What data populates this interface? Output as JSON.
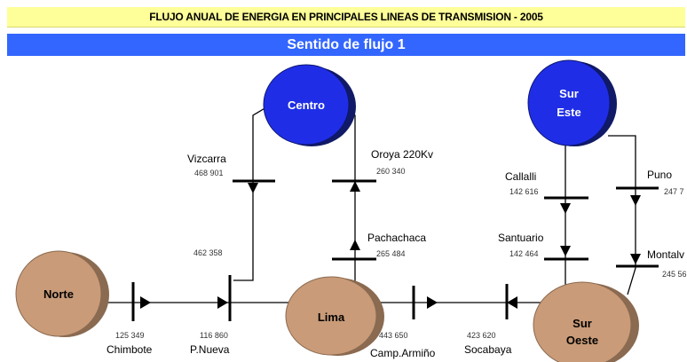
{
  "title": "FLUJO ANUAL DE ENERGIA EN PRINCIPALES LINEAS  DE TRANSMISION - 2005",
  "subtitle": "Sentido de flujo 1",
  "colors": {
    "title_bg": "#ffff99",
    "subtitle_bg": "#3366ff",
    "blue_node": "#1f2ee6",
    "brown_node": "#c99b78",
    "line": "#000000"
  },
  "nodes": {
    "centro": "Centro",
    "sur_este_1": "Sur",
    "sur_este_2": "Este",
    "norte": "Norte",
    "lima": "Lima",
    "sur_oeste_1": "Sur",
    "sur_oeste_2": "Oeste"
  },
  "lines": {
    "chimbote": {
      "name": "Chimbote",
      "value": "125 349"
    },
    "pnueva": {
      "name": "P.Nueva",
      "value": "116 860"
    },
    "vizcarra": {
      "name": "Vizcarra",
      "value": "468 901"
    },
    "vizcarra_lower": {
      "value": "462 358"
    },
    "oroya": {
      "name": "Oroya 220Kv",
      "value": "260 340"
    },
    "pachachaca": {
      "name": "Pachachaca",
      "value": "265 484"
    },
    "camp_armino": {
      "name": "Camp.Armiño",
      "value": "443 650"
    },
    "socabaya": {
      "name": "Socabaya",
      "value": "423 620"
    },
    "callalli": {
      "name": "Callalli",
      "value": "142 616"
    },
    "santuario": {
      "name": "Santuario",
      "value": "142 464"
    },
    "puno": {
      "name": "Puno",
      "value": "247 7"
    },
    "montalvo": {
      "name": "Montalv",
      "value": "245 56"
    }
  }
}
